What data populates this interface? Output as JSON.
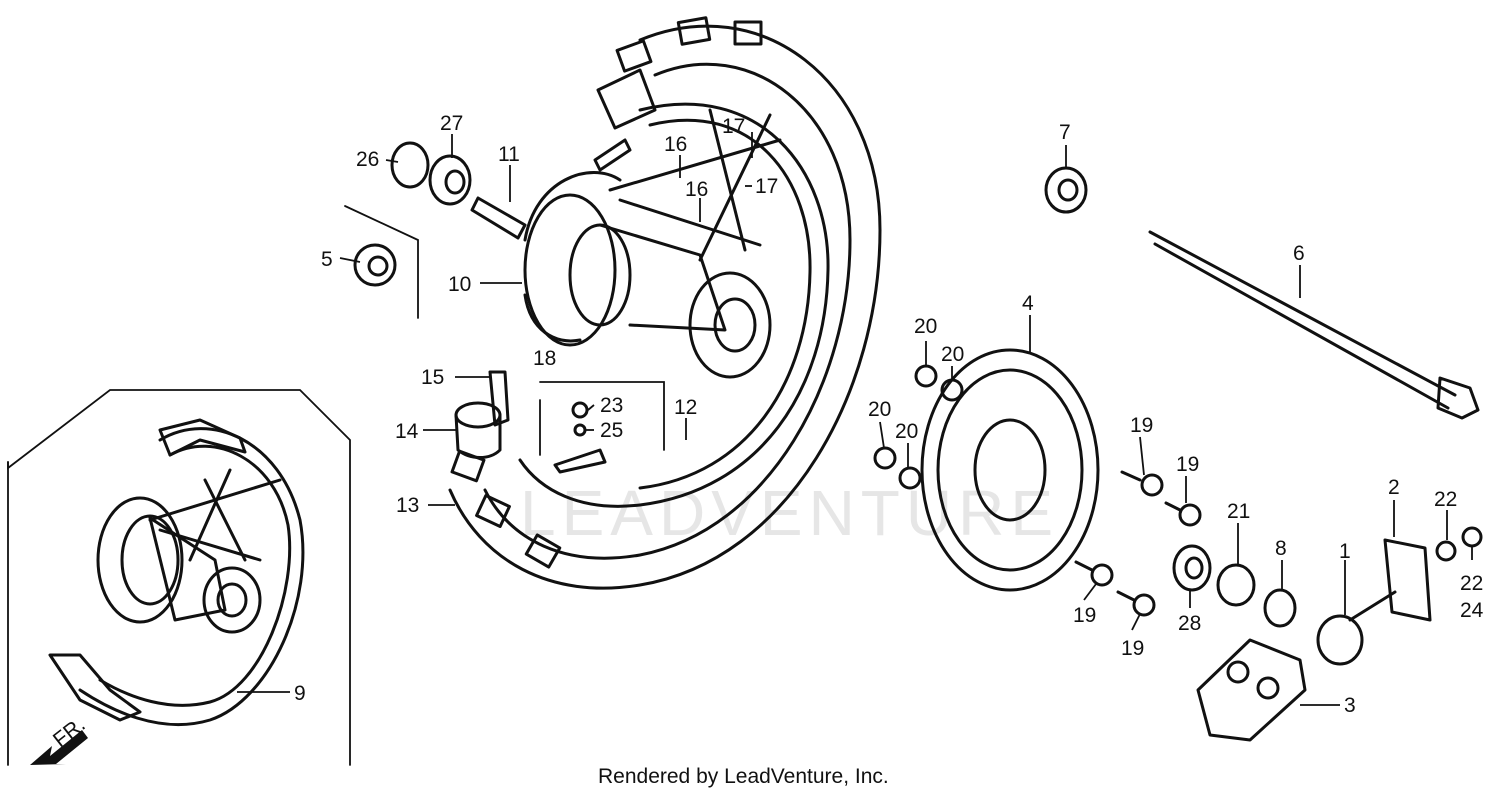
{
  "diagram": {
    "callouts": {
      "c1": "1",
      "c2": "2",
      "c3": "3",
      "c4": "4",
      "c5": "5",
      "c6": "6",
      "c7": "7",
      "c8": "8",
      "c9": "9",
      "c10": "10",
      "c11": "11",
      "c12": "12",
      "c13": "13",
      "c14": "14",
      "c15": "15",
      "c16": "16",
      "c17": "17",
      "c18": "18",
      "c19": "19",
      "c20": "20",
      "c21": "21",
      "c22": "22",
      "c23": "23",
      "c24": "24",
      "c25": "25",
      "c26": "26",
      "c27": "27",
      "c28": "28"
    },
    "direction_label": "FR.",
    "watermark": "LEADVENTURE",
    "footer": "Rendered by LeadVenture, Inc."
  }
}
